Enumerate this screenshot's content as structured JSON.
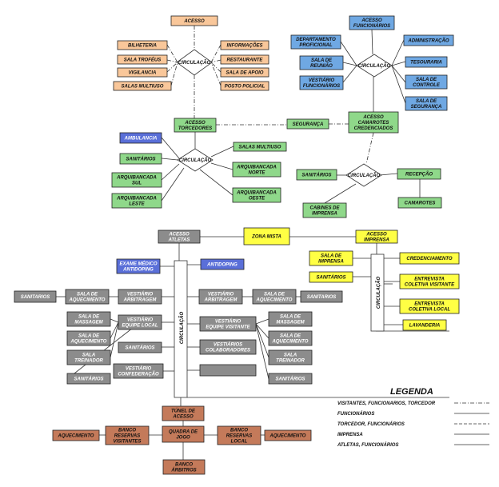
{
  "colors": {
    "orange": "#f9c79a",
    "blue": "#6fa8e3",
    "green": "#8fd88a",
    "yellow": "#ffff44",
    "gray": "#8c8c8c",
    "brown": "#c47a5a",
    "darkblue": "#5a6fd8",
    "diamond": "#ffffff",
    "line": "#333333"
  },
  "boxes": [
    {
      "id": "acesso-top",
      "l1": "ACESSO",
      "l2": "",
      "c": "orange"
    },
    {
      "id": "bilheteria",
      "l1": "BILHETERIA",
      "l2": "",
      "c": "orange"
    },
    {
      "id": "sala-trofeus",
      "l1": "SALA TROFÉUS",
      "l2": "",
      "c": "orange"
    },
    {
      "id": "vigilancia",
      "l1": "VIGILANCIA",
      "l2": "",
      "c": "orange"
    },
    {
      "id": "salas-multiuso-top",
      "l1": "SALAS MULTIUSO",
      "l2": "",
      "c": "orange"
    },
    {
      "id": "informacoes",
      "l1": "INFORMAÇÕES",
      "l2": "",
      "c": "orange"
    },
    {
      "id": "restaurante",
      "l1": "RESTAURANTE",
      "l2": "",
      "c": "orange"
    },
    {
      "id": "sala-apoio",
      "l1": "SALA DE APOIO",
      "l2": "",
      "c": "orange"
    },
    {
      "id": "posto-policial",
      "l1": "POSTO POLICIAL",
      "l2": "",
      "c": "orange"
    },
    {
      "id": "acesso-funcionarios",
      "l1": "ACESSO",
      "l2": "FUNCIONÁRIOS",
      "c": "blue"
    },
    {
      "id": "departamento",
      "l1": "DEPARTAMENTO",
      "l2": "PROFICIONAL",
      "c": "blue"
    },
    {
      "id": "sala-reuniao",
      "l1": "SALA DE",
      "l2": "REUNIÃO",
      "c": "blue"
    },
    {
      "id": "vestiario-func",
      "l1": "VESTIÁRIO",
      "l2": "FUNCIONÁRIOS",
      "c": "blue"
    },
    {
      "id": "administracao",
      "l1": "ADMINISTRAÇÃO",
      "l2": "",
      "c": "blue"
    },
    {
      "id": "tesouraria",
      "l1": "TESOURARIA",
      "l2": "",
      "c": "blue"
    },
    {
      "id": "sala-controle",
      "l1": "SALA DE",
      "l2": "CONTROLE",
      "c": "blue"
    },
    {
      "id": "sala-seguranca",
      "l1": "SALA DE",
      "l2": "SEGURANÇA",
      "c": "blue"
    },
    {
      "id": "acesso-torcedores",
      "l1": "ACESSO",
      "l2": "TORCEDORES",
      "c": "green"
    },
    {
      "id": "seguranca",
      "l1": "SEGURANÇA",
      "l2": "",
      "c": "green"
    },
    {
      "id": "acesso-camarotes",
      "l1": "ACESSO",
      "l2": "CAMAROTES",
      "l3": "CREDENCIADOS",
      "c": "green"
    },
    {
      "id": "ambulancia",
      "l1": "AMBULANCIA",
      "l2": "",
      "c": "darkblue"
    },
    {
      "id": "sanitarios-g",
      "l1": "SANITÁRIOS",
      "l2": "",
      "c": "green"
    },
    {
      "id": "salas-multiuso-g",
      "l1": "SALAS MULTIUSO",
      "l2": "",
      "c": "green"
    },
    {
      "id": "arq-norte",
      "l1": "ARQUIBANCADA",
      "l2": "NORTE",
      "c": "green"
    },
    {
      "id": "arq-sul",
      "l1": "ARQUIBANCADA",
      "l2": "SUL",
      "c": "green"
    },
    {
      "id": "arq-leste",
      "l1": "ARQUIBANCADA",
      "l2": "LESTE",
      "c": "green"
    },
    {
      "id": "arq-oeste",
      "l1": "ARQUIBANCADA",
      "l2": "OESTE",
      "c": "green"
    },
    {
      "id": "sanitarios-g2",
      "l1": "SANITÁRIOS",
      "l2": "",
      "c": "green"
    },
    {
      "id": "recepcao",
      "l1": "RECEPÇÃO",
      "l2": "",
      "c": "green"
    },
    {
      "id": "cabines",
      "l1": "CABINES DE",
      "l2": "IMPRENSA",
      "c": "green"
    },
    {
      "id": "camarotes",
      "l1": "CAMAROTES",
      "l2": "",
      "c": "green"
    },
    {
      "id": "acesso-atletas",
      "l1": "ACESSO",
      "l2": "ATLETAS",
      "c": "gray"
    },
    {
      "id": "zona-mista",
      "l1": "ZONA MISTA",
      "l2": "",
      "c": "yellow"
    },
    {
      "id": "acesso-imprensa",
      "l1": "ACESSO",
      "l2": "IMPRENSA",
      "c": "yellow"
    },
    {
      "id": "exame-medico",
      "l1": "EXAME MÉDICO",
      "l2": "ANTIDOPING",
      "c": "darkblue"
    },
    {
      "id": "antidoping",
      "l1": "ANTIDOPING",
      "l2": "",
      "c": "darkblue"
    },
    {
      "id": "sala-imprensa",
      "l1": "SALA DE",
      "l2": "IMPRENSA",
      "c": "yellow"
    },
    {
      "id": "sanitarios-y",
      "l1": "SANITÁRIOS",
      "l2": "",
      "c": "yellow"
    },
    {
      "id": "credenciamento",
      "l1": "CREDENCIAMENTO",
      "l2": "",
      "c": "yellow"
    },
    {
      "id": "entrevista-visitante",
      "l1": "ENTREVISTA",
      "l2": "COLETIVA VISITANTE",
      "c": "yellow"
    },
    {
      "id": "entrevista-local",
      "l1": "ENTREVISTA",
      "l2": "COLETIVA LOCAL",
      "c": "yellow"
    },
    {
      "id": "lavanderia",
      "l1": "LAVANDERIA",
      "l2": "",
      "c": "yellow"
    },
    {
      "id": "sanitarios-l",
      "l1": "SANITARIOS",
      "l2": "",
      "c": "gray"
    },
    {
      "id": "sala-aquec-l",
      "l1": "SALA DE",
      "l2": "AQUECIMENTO",
      "c": "gray"
    },
    {
      "id": "vest-arbitragem-l",
      "l1": "VESTIÁRIO",
      "l2": "ARBITRAGEM",
      "c": "gray"
    },
    {
      "id": "vest-arbitragem-r",
      "l1": "VESTIÁRIO",
      "l2": "ARBITRAGEM",
      "c": "gray"
    },
    {
      "id": "sala-aquec-r",
      "l1": "SALA DE",
      "l2": "AQUECIMENTO",
      "c": "gray"
    },
    {
      "id": "sanitarios-r",
      "l1": "SANITARIOS",
      "l2": "",
      "c": "gray"
    },
    {
      "id": "sala-massagem-l",
      "l1": "SALA DE",
      "l2": "MASSAGEM",
      "c": "gray"
    },
    {
      "id": "vest-local",
      "l1": "VESTIÁRIO",
      "l2": "EQUIPE LOCAL",
      "c": "gray"
    },
    {
      "id": "sala-aquec-l2",
      "l1": "SALA DE",
      "l2": "AQUECIMENTO",
      "c": "gray"
    },
    {
      "id": "sala-treinador-l",
      "l1": "SALA",
      "l2": "TREINADOR",
      "c": "gray"
    },
    {
      "id": "sanitarios-l2",
      "l1": "SANITÁRIOS",
      "l2": "",
      "c": "gray"
    },
    {
      "id": "sanitarios-l3",
      "l1": "SANITÁRIOS",
      "l2": "",
      "c": "gray"
    },
    {
      "id": "vest-confederacao",
      "l1": "VESTIÁRIO",
      "l2": "CONFEDERAÇÃO",
      "c": "gray"
    },
    {
      "id": "vest-visitante",
      "l1": "VESTIÁRIO",
      "l2": "EQUIPE VISITANTE",
      "c": "gray"
    },
    {
      "id": "sala-massagem-r",
      "l1": "SALA DE",
      "l2": "MASSAGEM",
      "c": "gray"
    },
    {
      "id": "vest-colaboradores",
      "l1": "VESTIÁRIOS",
      "l2": "COLABORADORES",
      "c": "gray"
    },
    {
      "id": "sala-aquec-r2",
      "l1": "SALA DE",
      "l2": "AQUECIMENTO",
      "c": "gray"
    },
    {
      "id": "sala-treinador-r",
      "l1": "SALA",
      "l2": "TREINADOR",
      "c": "gray"
    },
    {
      "id": "blank-gray",
      "l1": "",
      "l2": "",
      "c": "gray"
    },
    {
      "id": "sanitarios-r2",
      "l1": "SANITÁRIOS",
      "l2": "",
      "c": "gray"
    },
    {
      "id": "tunel",
      "l1": "TÚNEL DE",
      "l2": "ACESSO",
      "c": "brown"
    },
    {
      "id": "aquec-bl",
      "l1": "AQUECIMENTO",
      "l2": "",
      "c": "brown"
    },
    {
      "id": "banco-visitantes",
      "l1": "BANCO",
      "l2": "RESERVAS",
      "l3": "VISITANTES",
      "c": "brown"
    },
    {
      "id": "quadra",
      "l1": "QUADRA DE",
      "l2": "JOGO",
      "c": "brown"
    },
    {
      "id": "banco-local",
      "l1": "BANCO",
      "l2": "RESERVAS",
      "l3": "LOCAL",
      "c": "brown"
    },
    {
      "id": "aquec-br",
      "l1": "AQUECIMENTO",
      "l2": "",
      "c": "brown"
    },
    {
      "id": "banco-arbitros",
      "l1": "BANCO",
      "l2": "ÁRBITROS",
      "c": "brown"
    }
  ],
  "circulation": [
    "CIRCULAÇÃO",
    "CIRCULAÇÃO",
    "CIRCULAÇÃO",
    "CIRCULAÇÃO",
    "CIRCULAÇÃO",
    "CIRCULAÇÃO"
  ],
  "legend": {
    "title": "LEGENDA",
    "items": [
      "VISITANTES, FUNCIONARIOS, TORCEDOR",
      "FUNCIONÁRIOS",
      "TORCEDOR, FUNCIONÁRIOS",
      "IMPRENSA",
      "ATLETAS, FUNCIONÁRIOS"
    ]
  }
}
